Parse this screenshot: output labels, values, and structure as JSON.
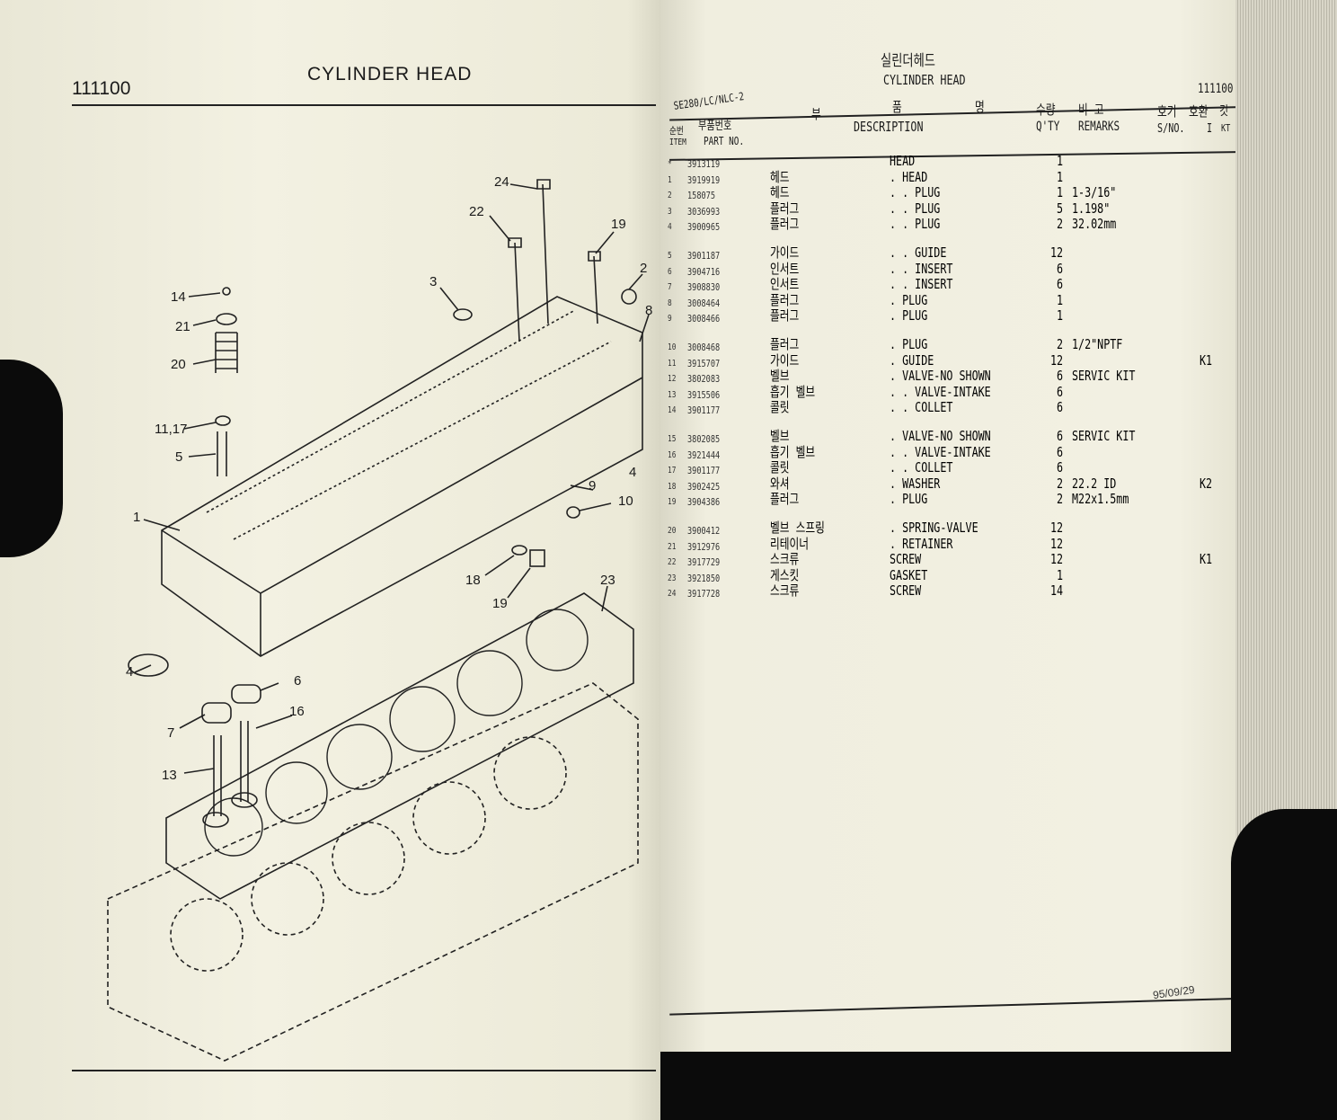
{
  "left_page": {
    "code": "111100",
    "title": "CYLINDER HEAD",
    "callouts": [
      "24",
      "22",
      "19",
      "3",
      "2",
      "8",
      "14",
      "21",
      "20",
      "11,17",
      "5",
      "1",
      "9",
      "10",
      "18",
      "19",
      "23",
      "4",
      "6",
      "7",
      "16",
      "13",
      "4"
    ]
  },
  "right_page": {
    "title_ko": "실린더헤드",
    "title_en": "CYLINDER HEAD",
    "code": "111100",
    "model": "SE280/LC/NLC-2",
    "headers": {
      "item_ko": "순번",
      "item_en": "ITEM",
      "part_ko": "부품번호",
      "part_en": "PART NO.",
      "desc_ko_1": "부",
      "desc_ko_2": "품",
      "desc_ko_3": "명",
      "desc_en": "DESCRIPTION",
      "qty_ko": "수량",
      "qty_en": "Q'TY",
      "remarks_ko": "비 고",
      "remarks_en": "REMARKS",
      "sno_ko": "호기",
      "sno_en": "S/NO.",
      "interchange_ko": "호환",
      "interchange_en": "I",
      "kit_ko": "킷",
      "kit_en": "KT"
    },
    "rows": [
      {
        "item": "*",
        "part": "3913119",
        "name_ko": "",
        "desc": "HEAD",
        "qty": "1",
        "remarks": "",
        "kit": ""
      },
      {
        "item": "1",
        "part": "3919919",
        "name_ko": "헤드",
        "desc": ". HEAD",
        "qty": "1",
        "remarks": "",
        "kit": ""
      },
      {
        "item": "2",
        "part": "158075",
        "name_ko": "헤드",
        "desc": ". . PLUG",
        "qty": "1",
        "remarks": "1-3/16\"",
        "kit": ""
      },
      {
        "item": "3",
        "part": "3036993",
        "name_ko": "플러그",
        "desc": ". . PLUG",
        "qty": "5",
        "remarks": "1.198\"",
        "kit": ""
      },
      {
        "item": "4",
        "part": "3900965",
        "name_ko": "플러그",
        "desc": ". . PLUG",
        "qty": "2",
        "remarks": "32.02mm",
        "kit": ""
      },
      {
        "item": "5",
        "part": "3901187",
        "name_ko": "가이드",
        "desc": ". . GUIDE",
        "qty": "12",
        "remarks": "",
        "kit": ""
      },
      {
        "item": "6",
        "part": "3904716",
        "name_ko": "인서트",
        "desc": ". . INSERT",
        "qty": "6",
        "remarks": "",
        "kit": ""
      },
      {
        "item": "7",
        "part": "3908830",
        "name_ko": "인서트",
        "desc": ". . INSERT",
        "qty": "6",
        "remarks": "",
        "kit": ""
      },
      {
        "item": "8",
        "part": "3008464",
        "name_ko": "플러그",
        "desc": ". PLUG",
        "qty": "1",
        "remarks": "",
        "kit": ""
      },
      {
        "item": "9",
        "part": "3008466",
        "name_ko": "플러그",
        "desc": ". PLUG",
        "qty": "1",
        "remarks": "",
        "kit": ""
      },
      {
        "item": "10",
        "part": "3008468",
        "name_ko": "플러그",
        "desc": ". PLUG",
        "qty": "2",
        "remarks": "1/2\"NPTF",
        "kit": ""
      },
      {
        "item": "11",
        "part": "3915707",
        "name_ko": "가이드",
        "desc": ". GUIDE",
        "qty": "12",
        "remarks": "",
        "kit": "K1"
      },
      {
        "item": "12",
        "part": "3802083",
        "name_ko": "벨브",
        "desc": ". VALVE-NO SHOWN",
        "qty": "6",
        "remarks": "SERVIC KIT",
        "kit": ""
      },
      {
        "item": "13",
        "part": "3915506",
        "name_ko": "흡기 벨브",
        "desc": ". . VALVE-INTAKE",
        "qty": "6",
        "remarks": "",
        "kit": ""
      },
      {
        "item": "14",
        "part": "3901177",
        "name_ko": "콜릿",
        "desc": ". . COLLET",
        "qty": "6",
        "remarks": "",
        "kit": ""
      },
      {
        "item": "15",
        "part": "3802085",
        "name_ko": "벨브",
        "desc": ". VALVE-NO SHOWN",
        "qty": "6",
        "remarks": "SERVIC KIT",
        "kit": ""
      },
      {
        "item": "16",
        "part": "3921444",
        "name_ko": "흡기 벨브",
        "desc": ". . VALVE-INTAKE",
        "qty": "6",
        "remarks": "",
        "kit": ""
      },
      {
        "item": "17",
        "part": "3901177",
        "name_ko": "콜릿",
        "desc": ". . COLLET",
        "qty": "6",
        "remarks": "",
        "kit": ""
      },
      {
        "item": "18",
        "part": "3902425",
        "name_ko": "와셔",
        "desc": ". WASHER",
        "qty": "2",
        "remarks": "22.2 ID",
        "kit": "K2"
      },
      {
        "item": "19",
        "part": "3904386",
        "name_ko": "플러그",
        "desc": ". PLUG",
        "qty": "2",
        "remarks": "M22x1.5mm",
        "kit": ""
      },
      {
        "item": "20",
        "part": "3900412",
        "name_ko": "벨브 스프링",
        "desc": ". SPRING-VALVE",
        "qty": "12",
        "remarks": "",
        "kit": ""
      },
      {
        "item": "21",
        "part": "3912976",
        "name_ko": "리테이너",
        "desc": ". RETAINER",
        "qty": "12",
        "remarks": "",
        "kit": ""
      },
      {
        "item": "22",
        "part": "3917729",
        "name_ko": "스크류",
        "desc": "SCREW",
        "qty": "12",
        "remarks": "",
        "kit": "K1"
      },
      {
        "item": "23",
        "part": "3921850",
        "name_ko": "게스킷",
        "desc": "GASKET",
        "qty": "1",
        "remarks": "",
        "kit": ""
      },
      {
        "item": "24",
        "part": "3917728",
        "name_ko": "스크류",
        "desc": "SCREW",
        "qty": "14",
        "remarks": "",
        "kit": ""
      }
    ],
    "footer_date": "95/09/29"
  }
}
